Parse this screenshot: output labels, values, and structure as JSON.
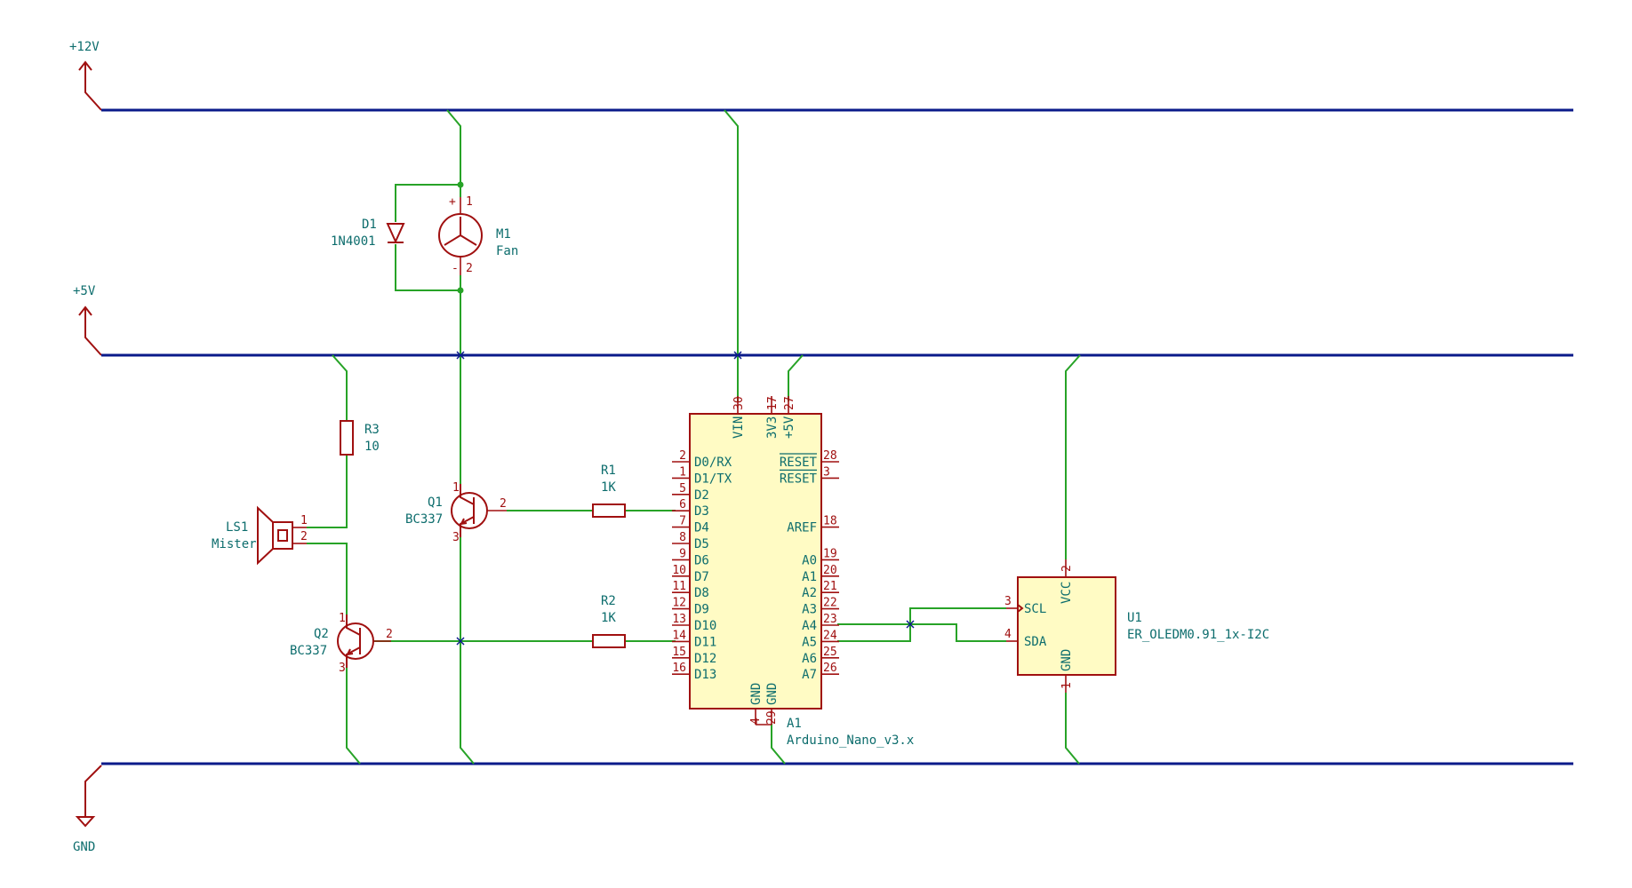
{
  "power": {
    "v12": "+12V",
    "v5": "+5V",
    "gnd": "GND"
  },
  "d1": {
    "ref": "D1",
    "value": "1N4001"
  },
  "m1": {
    "ref": "M1",
    "value": "Fan",
    "plus": "+",
    "minus": "-",
    "pin1": "1",
    "pin2": "2"
  },
  "r3": {
    "ref": "R3",
    "value": "10"
  },
  "ls1": {
    "ref": "LS1",
    "value": "Mister",
    "pin1": "1",
    "pin2": "2"
  },
  "q1": {
    "ref": "Q1",
    "value": "BC337",
    "pin1": "1",
    "pin2": "2",
    "pin3": "3"
  },
  "q2": {
    "ref": "Q2",
    "value": "BC337",
    "pin1": "1",
    "pin2": "2",
    "pin3": "3"
  },
  "r1": {
    "ref": "R1",
    "value": "1K"
  },
  "r2": {
    "ref": "R2",
    "value": "1K"
  },
  "a1": {
    "ref": "A1",
    "value": "Arduino_Nano_v3.x",
    "top_pins": [
      {
        "num": "30",
        "name": "VIN"
      },
      {
        "num": "17",
        "name": "3V3"
      },
      {
        "num": "27",
        "name": "+5V"
      }
    ],
    "bottom_pins": [
      {
        "num": "4",
        "name": "GND"
      },
      {
        "num": "29",
        "name": "GND"
      }
    ],
    "left_pins": [
      {
        "num": "2",
        "name": "D0/RX"
      },
      {
        "num": "1",
        "name": "D1/TX"
      },
      {
        "num": "5",
        "name": "D2"
      },
      {
        "num": "6",
        "name": "D3"
      },
      {
        "num": "7",
        "name": "D4"
      },
      {
        "num": "8",
        "name": "D5"
      },
      {
        "num": "9",
        "name": "D6"
      },
      {
        "num": "10",
        "name": "D7"
      },
      {
        "num": "11",
        "name": "D8"
      },
      {
        "num": "12",
        "name": "D9"
      },
      {
        "num": "13",
        "name": "D10"
      },
      {
        "num": "14",
        "name": "D11"
      },
      {
        "num": "15",
        "name": "D12"
      },
      {
        "num": "16",
        "name": "D13"
      }
    ],
    "right_pins": [
      {
        "num": "28",
        "name": "RESET"
      },
      {
        "num": "3",
        "name": "RESET"
      },
      {
        "num": "18",
        "name": "AREF"
      },
      {
        "num": "19",
        "name": "A0"
      },
      {
        "num": "20",
        "name": "A1"
      },
      {
        "num": "21",
        "name": "A2"
      },
      {
        "num": "22",
        "name": "A3"
      },
      {
        "num": "23",
        "name": "A4"
      },
      {
        "num": "24",
        "name": "A5"
      },
      {
        "num": "25",
        "name": "A6"
      },
      {
        "num": "26",
        "name": "A7"
      }
    ]
  },
  "u1": {
    "ref": "U1",
    "value": "ER_OLEDM0.91_1x-I2C",
    "vcc_num": "2",
    "vcc": "VCC",
    "gnd_num": "1",
    "gnd": "GND",
    "scl_num": "3",
    "scl": "SCL",
    "sda_num": "4",
    "sda": "SDA"
  },
  "colors": {
    "wire": "#27a327",
    "bus": "#0a1a8a",
    "part": "#a01010",
    "text": "#0d6d6d",
    "ic_fill": "#fffbc4"
  }
}
